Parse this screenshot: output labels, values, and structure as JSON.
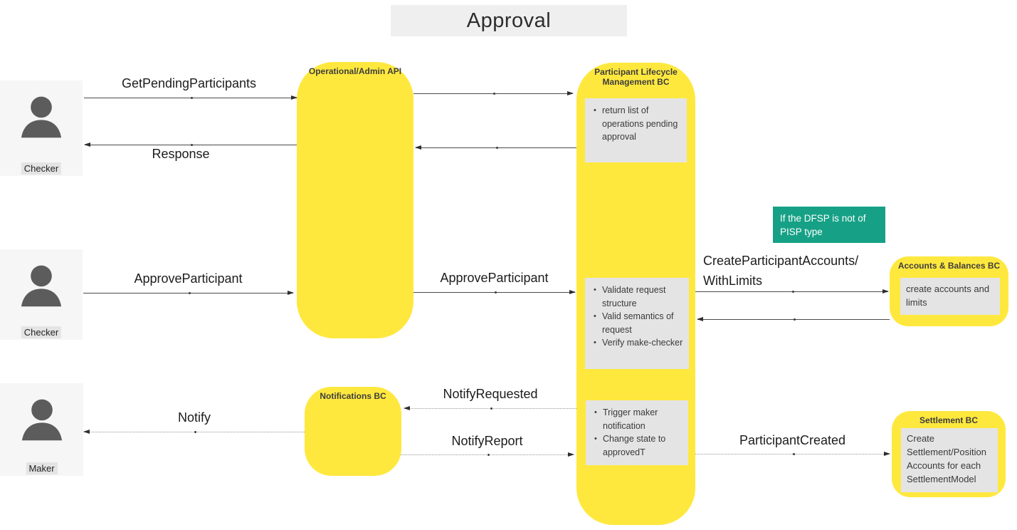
{
  "title": "Approval",
  "colors": {
    "component_fill": "#FFE83E",
    "note_fill": "#E4E4E4",
    "annotation_fill": "#16A186",
    "annotation_text": "#FFFFFF",
    "title_bg": "#EFEFEF",
    "actor_bg": "#F6F6F6",
    "actor_icon": "#5C5C5C",
    "arrow": "#4A4A4A"
  },
  "actors": {
    "checker1": {
      "label": "Checker"
    },
    "checker2": {
      "label": "Checker"
    },
    "maker": {
      "label": "Maker"
    }
  },
  "components": {
    "api": {
      "title": "Operational/Admin API"
    },
    "plm": {
      "title": "Participant Lifecycle Management BC",
      "note_pending": {
        "items": [
          "return list of operations pending approval"
        ]
      },
      "note_validate": {
        "items": [
          "Validate request structure",
          "Valid semantics of request",
          "Verify make-checker"
        ]
      },
      "note_trigger": {
        "items": [
          "Trigger maker notification",
          "Change state to approvedT"
        ]
      }
    },
    "notifications": {
      "title": "Notifications BC"
    },
    "accounts": {
      "title": "Accounts & Balances BC",
      "note": "create accounts and limits"
    },
    "settlement": {
      "title": "Settlement BC",
      "note": "Create Settlement/Position Accounts for each SettlementModel"
    }
  },
  "annotation": {
    "dfsp_condition": "If the DFSP is not of PISP type"
  },
  "messages": {
    "get_pending_participants": "GetPendingParticipants",
    "response": "Response",
    "approve_participant_checker": "ApproveParticipant",
    "approve_participant_api": "ApproveParticipant",
    "create_participant_accounts_line1": "CreateParticipantAccounts/",
    "create_participant_accounts_line2": "WithLimits",
    "notify_requested": "NotifyRequested",
    "notify_report": "NotifyReport",
    "notify": "Notify",
    "participant_created": "ParticipantCreated"
  }
}
